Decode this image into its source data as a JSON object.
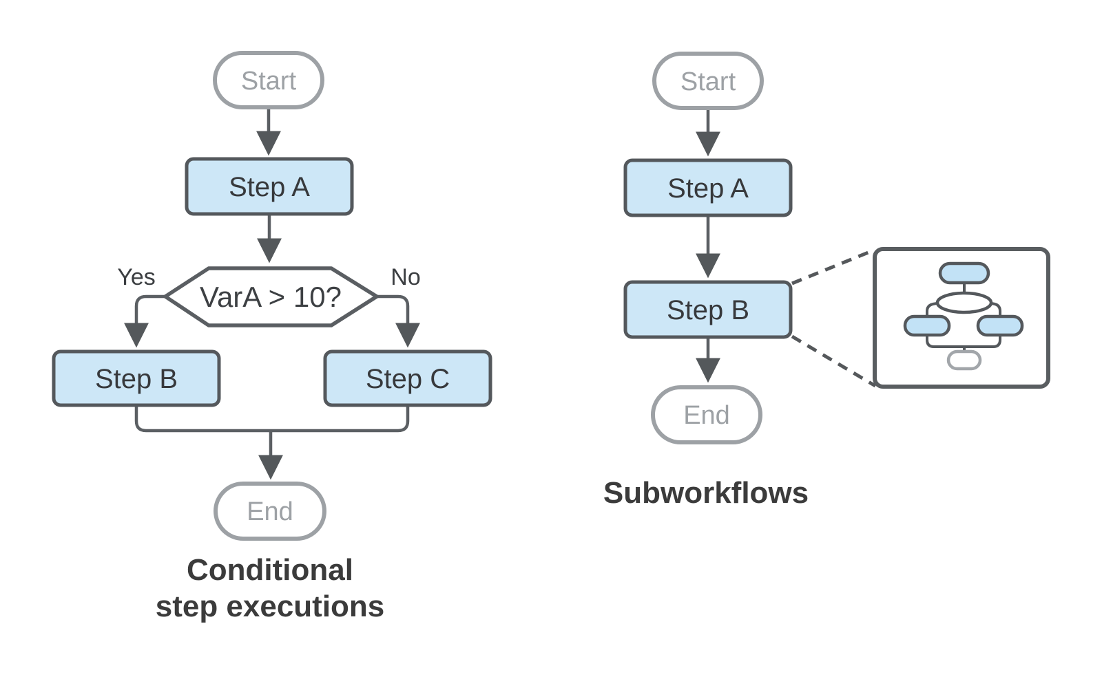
{
  "colors": {
    "background": "#ffffff",
    "step_fill_blue": "#cde7f7",
    "mini_step_fill_blue": "#c2e2f6",
    "step_border": "#54585c",
    "terminal_border": "#9da1a5",
    "terminal_text": "#9da1a5",
    "connector": "#5b5f63",
    "label_dark": "#37393c",
    "caption_text": "#3b3b3b"
  },
  "left_flowchart": {
    "caption_line1": "Conditional",
    "caption_line2": "step executions",
    "nodes": {
      "start": "Start",
      "step_a": "Step A",
      "decision": "VarA > 10?",
      "step_b": "Step B",
      "step_c": "Step C",
      "end": "End"
    },
    "branches": {
      "yes": "Yes",
      "no": "No"
    }
  },
  "right_flowchart": {
    "caption": "Subworkflows",
    "nodes": {
      "start": "Start",
      "step_a": "Step A",
      "step_b": "Step B",
      "end": "End"
    }
  }
}
